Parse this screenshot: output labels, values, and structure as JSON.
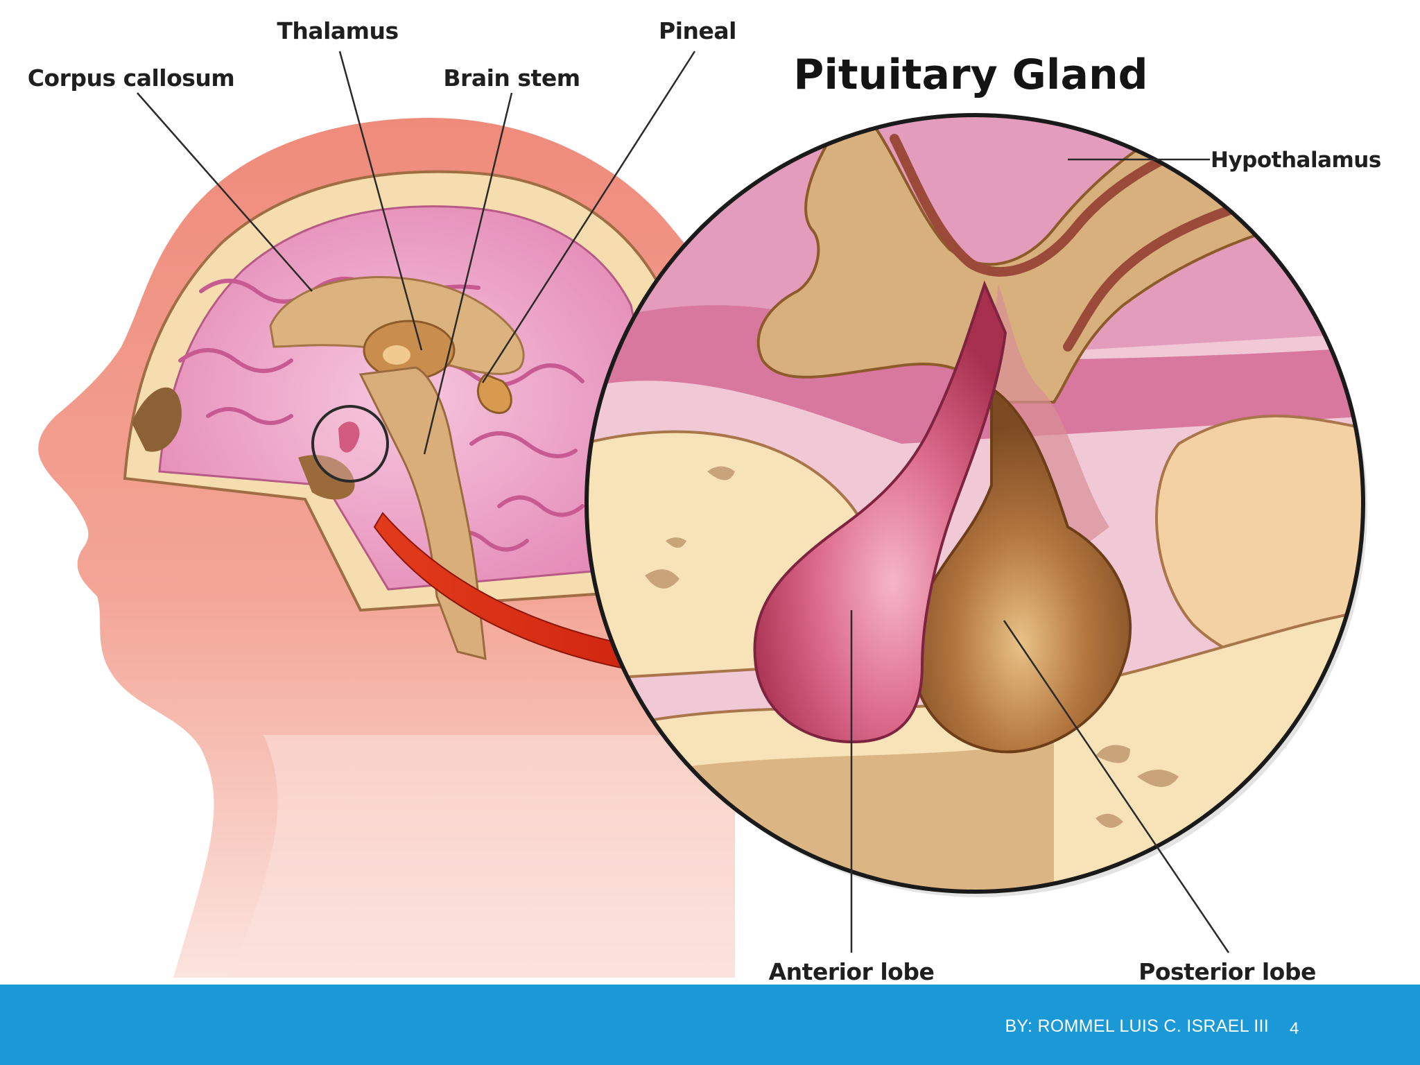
{
  "diagram": {
    "title": "Pituitary Gland",
    "labels": {
      "thalamus": "Thalamus",
      "pineal": "Pineal",
      "corpus_callosum": "Corpus callosum",
      "brain_stem": "Brain stem",
      "hypothalamus": "Hypothalamus",
      "anterior_lobe": "Anterior lobe",
      "posterior_lobe": "Posterior lobe"
    }
  },
  "footer": {
    "author": "BY: ROMMEL LUIS C. ISRAEL III",
    "page_number": "4",
    "color": "#1b98d6"
  }
}
